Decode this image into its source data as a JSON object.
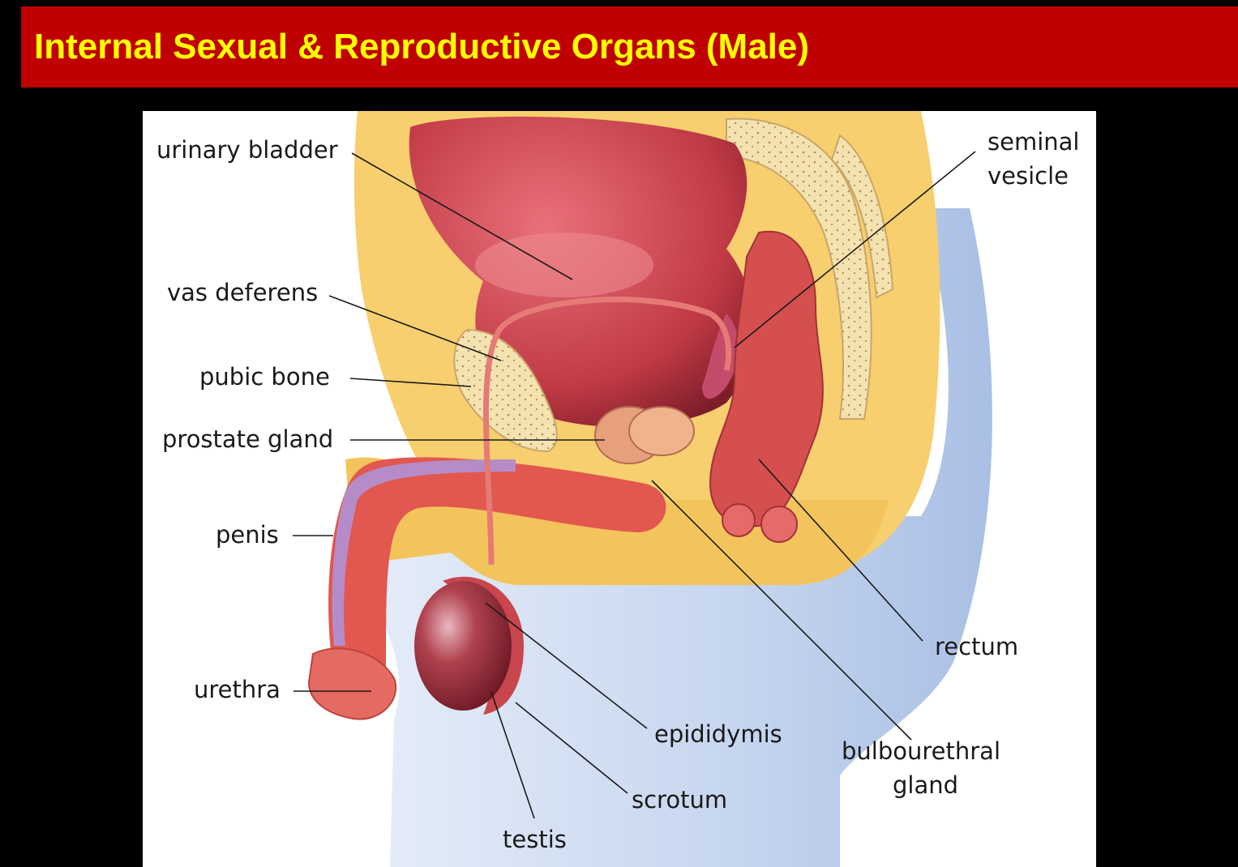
{
  "slide": {
    "title": "Internal Sexual & Reproductive Organs (Male)"
  },
  "colors": {
    "title_bar": "#c00000",
    "title_text": "#ffff00",
    "background": "#000000",
    "skin_fat": "#f7cf6e",
    "organ_red": "#d84d4f",
    "organ_dark": "#9a2a35",
    "bone": "#f4e3b0",
    "body_shadow": "#b9cbe8",
    "corpus_purple": "#b58cc8"
  },
  "labels": {
    "urinary_bladder": "urinary bladder",
    "vas_deferens": "vas deferens",
    "pubic_bone": "pubic bone",
    "prostate_gland": "prostate gland",
    "penis": "penis",
    "urethra": "urethra",
    "seminal_vesicle_1": "seminal",
    "seminal_vesicle_2": "vesicle",
    "rectum": "rectum",
    "epididymis": "epididymis",
    "bulbourethral_1": "bulbourethral",
    "bulbourethral_2": "gland",
    "scrotum": "scrotum",
    "testis": "testis"
  }
}
